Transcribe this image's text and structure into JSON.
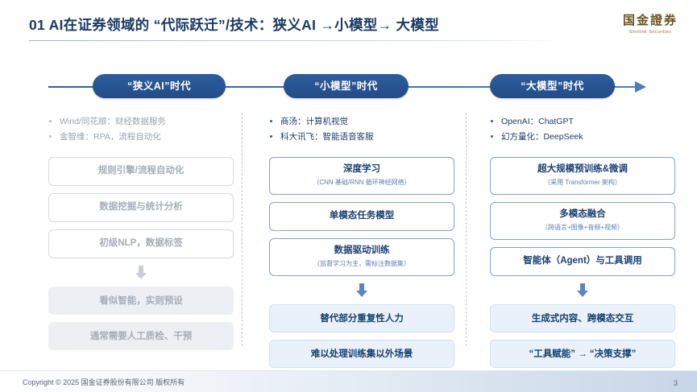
{
  "header": {
    "title": "01 AI在证券领域的 “代际跃迁”/技术：狭义AI →小模型→ 大模型",
    "logo_cn": "国金證券",
    "logo_en": "Sinolink Securities"
  },
  "timeline": {
    "stages": [
      {
        "label": "“狭义AI”时代"
      },
      {
        "label": "“小模型”时代"
      },
      {
        "label": "“大模型”时代"
      }
    ]
  },
  "columns": [
    {
      "id": "narrow-ai",
      "bullets": [
        "Wind/同花顺：财经数据服务",
        "金智维：RPA，流程自动化"
      ],
      "boxes": [
        {
          "title": "规则引擎/流程自动化",
          "sub": ""
        },
        {
          "title": "数据挖掘与统计分析",
          "sub": ""
        },
        {
          "title": "初级NLP，数据标签",
          "sub": ""
        }
      ],
      "results": [
        "看似智能，实则预设",
        "通常需要人工质检、干预"
      ]
    },
    {
      "id": "small-model",
      "bullets": [
        "商汤：计算机视觉",
        "科大讯飞：智能语音客服"
      ],
      "boxes": [
        {
          "title": "深度学习",
          "sub": "（CNN 基础/RNN 循环神经网络）"
        },
        {
          "title": "单模态任务模型",
          "sub": ""
        },
        {
          "title": "数据驱动训练",
          "sub": "（监督学习为主，需标注数据集）"
        }
      ],
      "results": [
        "替代部分重复性人力",
        "难以处理训练集以外场景"
      ]
    },
    {
      "id": "large-model",
      "bullets": [
        "OpenAI：ChatGPT",
        "幻方量化：DeepSeek"
      ],
      "boxes": [
        {
          "title": "超大规模预训练&微调",
          "sub": "（采用 Transformer 架构）"
        },
        {
          "title": "多模态融合",
          "sub": "（跨语言+图像+音频+视频）"
        },
        {
          "title": "智能体（Agent）与工具调用",
          "sub": ""
        }
      ],
      "results": [
        "生成式内容、跨模态交互",
        "“工具赋能” → “决策支撑”"
      ]
    }
  ],
  "footer": {
    "copyright": "Copyright © 2025 国金证券股份有限公司 版权所有",
    "page": "3"
  },
  "colors": {
    "brand_blue": "#1b3a63",
    "accent_blue": "#2f5e9e",
    "muted_gray": "#a7aeb6",
    "logo_gold": "#8a6a2a"
  }
}
